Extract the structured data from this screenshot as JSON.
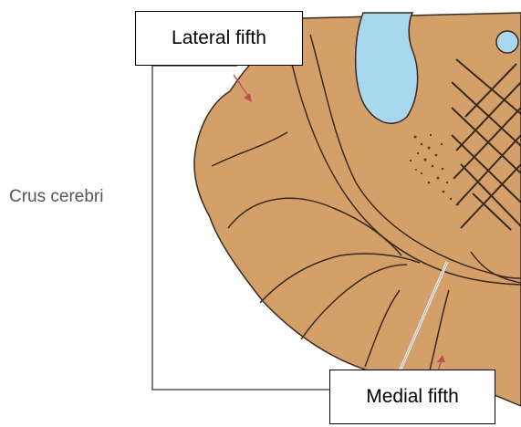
{
  "labels": {
    "crus": "Crus cerebri",
    "lateral": "Lateral fifth",
    "medial": "Medial fifth"
  },
  "colors": {
    "tissue_fill": "#d4a06a",
    "tissue_outline": "#3a2a1c",
    "ventricle_fill": "#a8d8f0",
    "arrow": "#c0504d",
    "bracket": "#555555"
  }
}
